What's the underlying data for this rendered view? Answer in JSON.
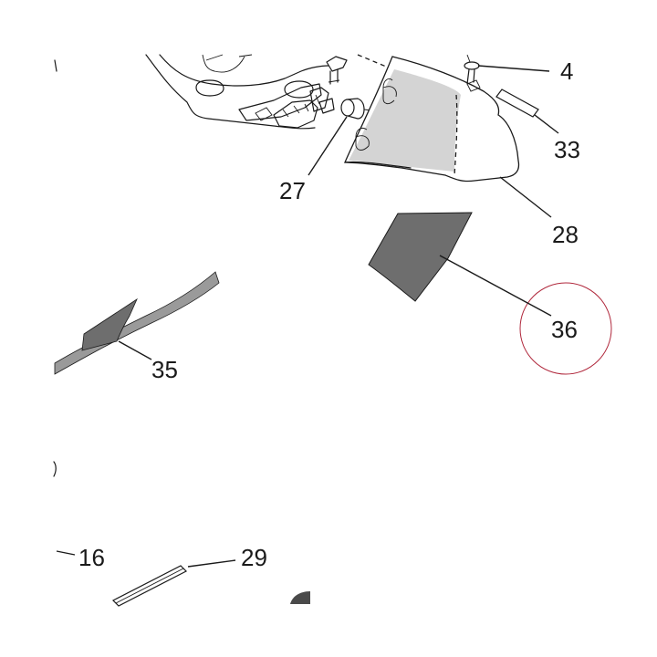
{
  "diagram": {
    "callouts": {
      "c4": "4",
      "c33": "33",
      "c27": "27",
      "c28": "28",
      "c36": "36",
      "c35": "35",
      "c16": "16",
      "c29": "29"
    },
    "colors": {
      "line": "#1a1a1a",
      "panel_light": "#d4d4d4",
      "panel_dark": "#6e6e6e",
      "strip_gray": "#9a9a9a",
      "highlight_circle": "#b0283c"
    }
  }
}
